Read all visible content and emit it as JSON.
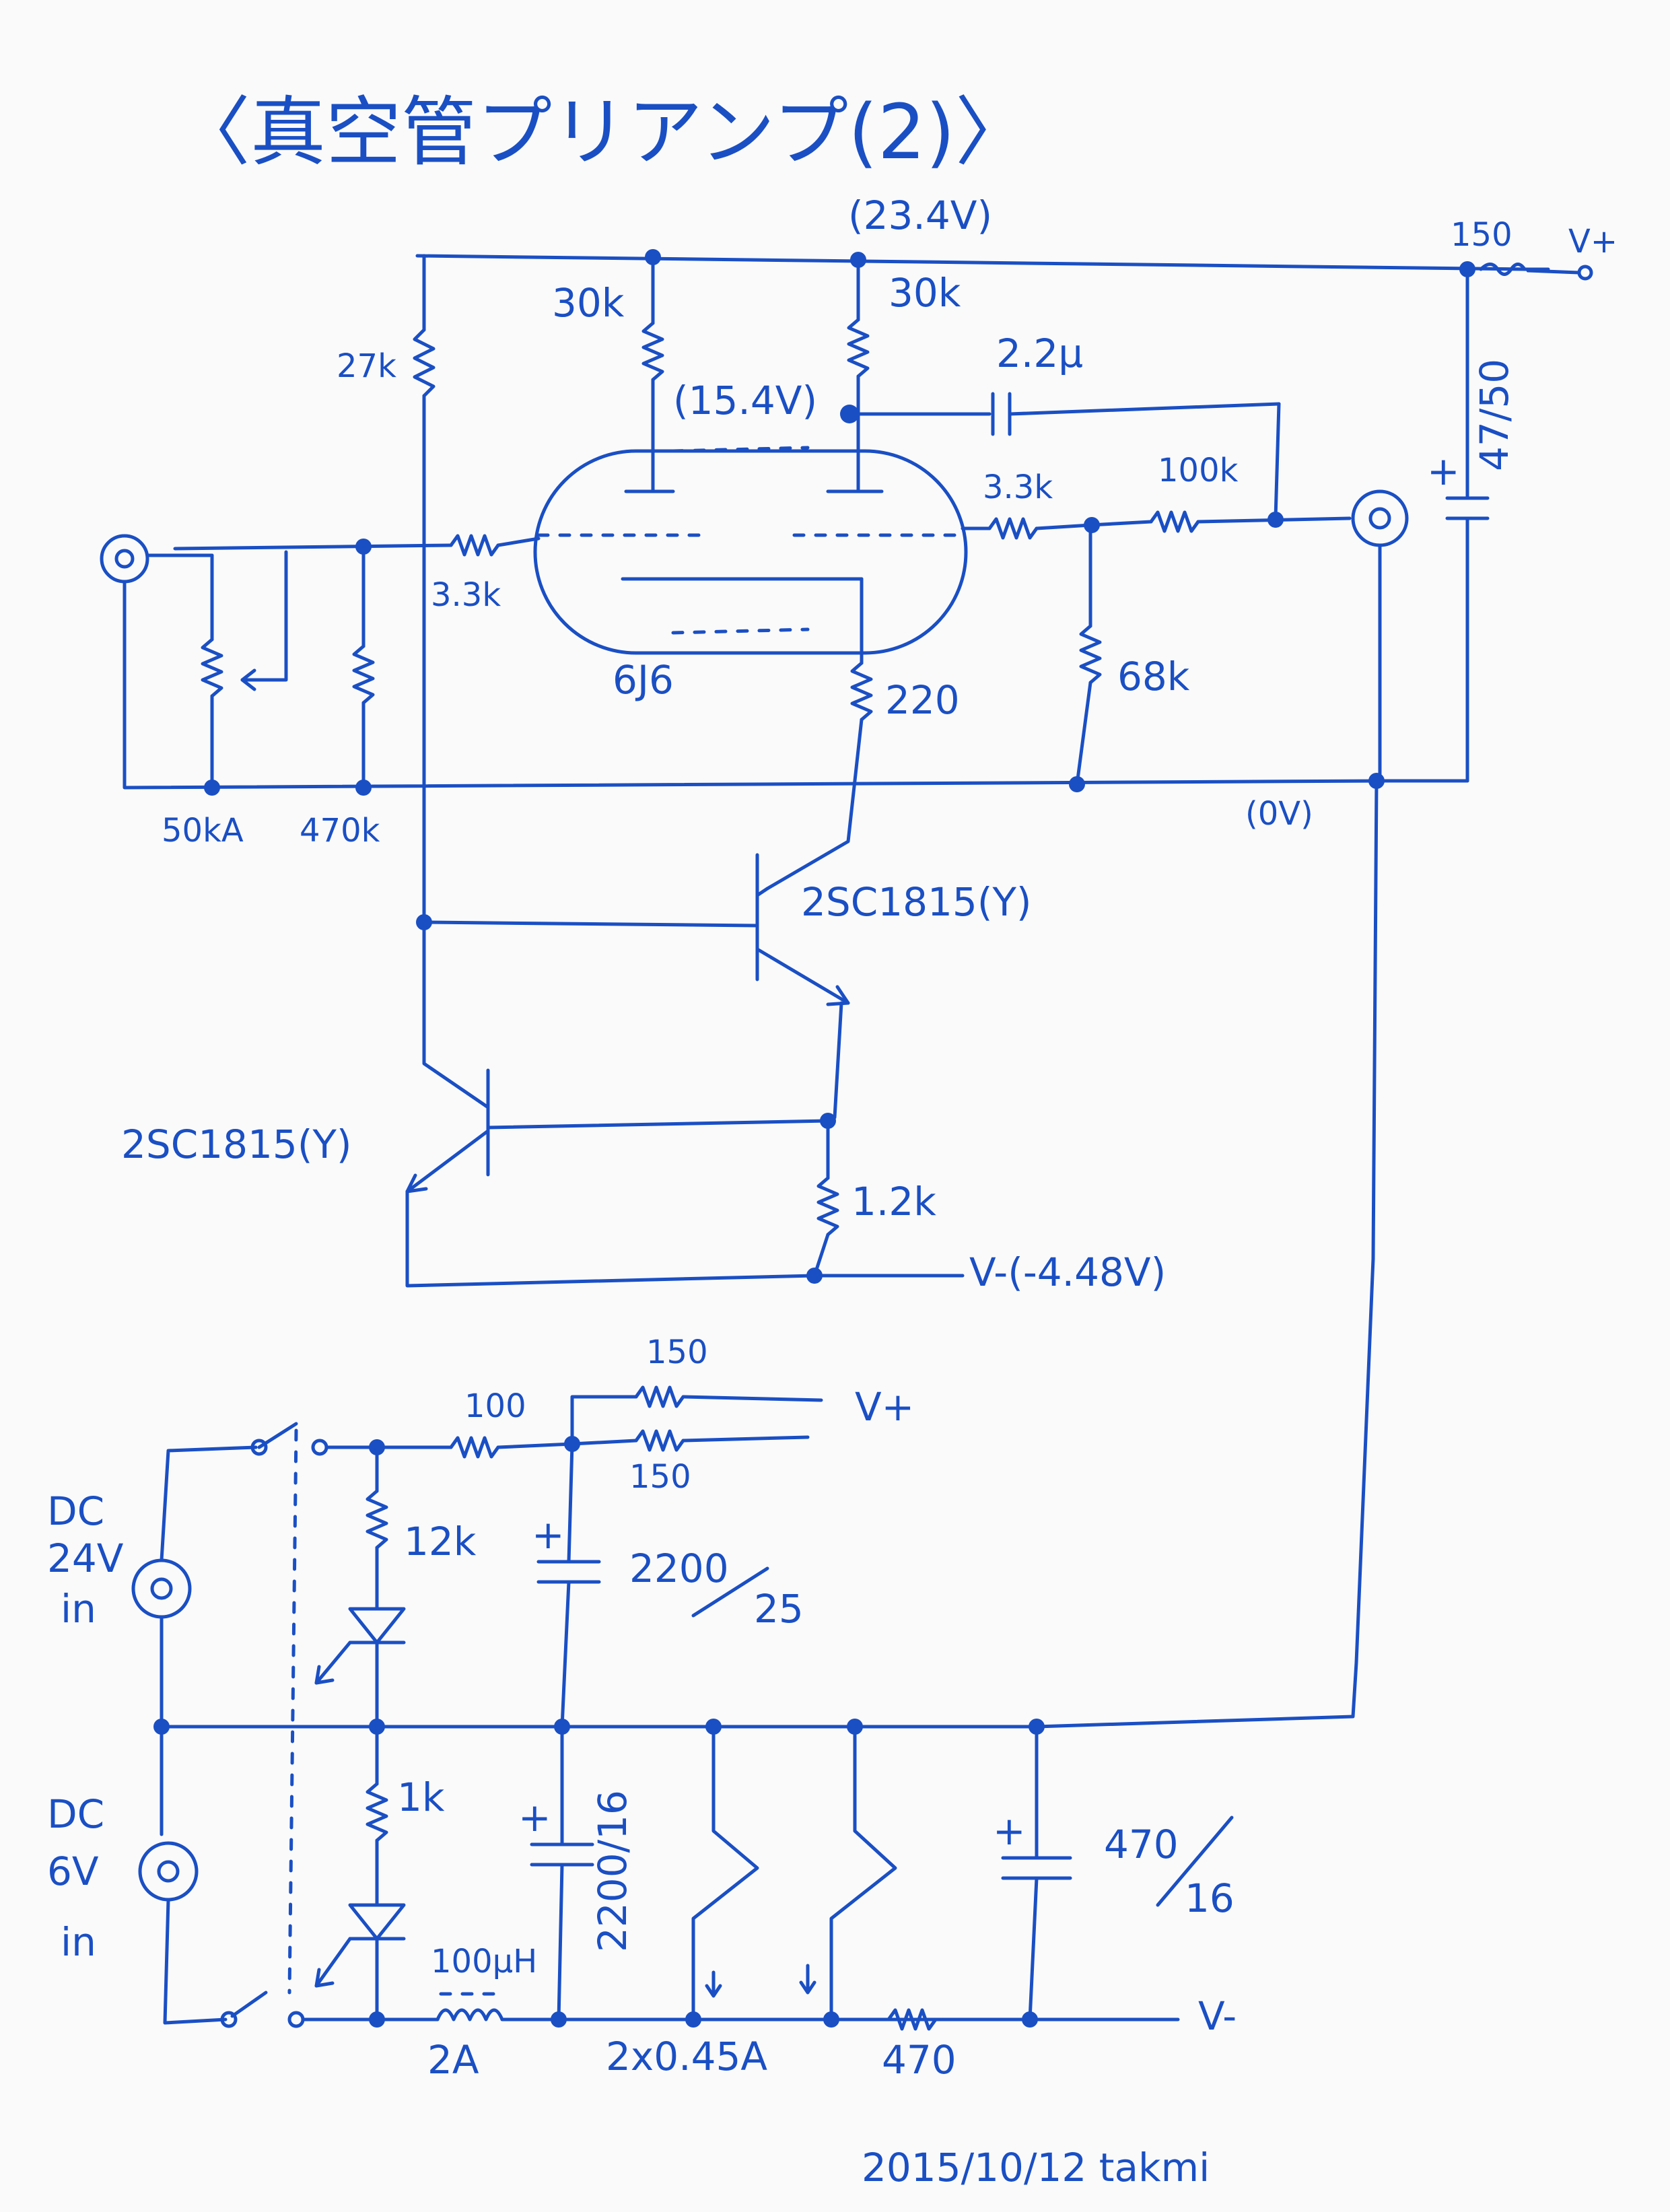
{
  "title": "〈真空管プリアンプ(2)〉",
  "date_signature": "2015/10/12  takmi",
  "labels": {
    "b_plus_voltage": "(23.4V)",
    "r_plate_left": "30k",
    "r_plate_right": "30k",
    "r_27k": "27k",
    "plate_voltage": "(15.4V)",
    "cap_coupling": "2.2μ",
    "r_v_plus": "150",
    "v_plus": "V+",
    "cap_47_50": "47/50",
    "r_grid": "3.3k",
    "r_out_3k3": "3.3k",
    "r_out_100k": "100k",
    "tube": "6J6",
    "r_68k": "68k",
    "r_cathode": "220",
    "pot": "50kA",
    "r_470k": "470k",
    "gnd_label": "(0V)",
    "tr_upper": "2SC1815(Y)",
    "tr_lower": "2SC1815(Y)",
    "r_1k2": "1.2k",
    "v_minus_voltage": "V-(-4.48V)",
    "r_100": "100",
    "r_150_a": "150",
    "r_150_b": "150",
    "v_plus_out": "V+",
    "dc24_a": "DC",
    "dc24_b": "24V",
    "dc24_c": "in",
    "r_12k": "12k",
    "cap_2200_25_a": "2200",
    "cap_2200_25_b": "25",
    "dc6_a": "DC",
    "dc6_b": "6V",
    "dc6_c": "in",
    "r_1k": "1k",
    "cap_2200_16": "2200/16",
    "cap_470_16_a": "470",
    "cap_470_16_b": "16",
    "inductor": "100μH",
    "inductor_current": "2A",
    "heater_current": "2x0.45A",
    "r_470": "470",
    "v_minus_out": "V-",
    "plus_sign": "+"
  },
  "colors": {
    "ink": "#1a4fc4",
    "paper": "#fafafa"
  }
}
